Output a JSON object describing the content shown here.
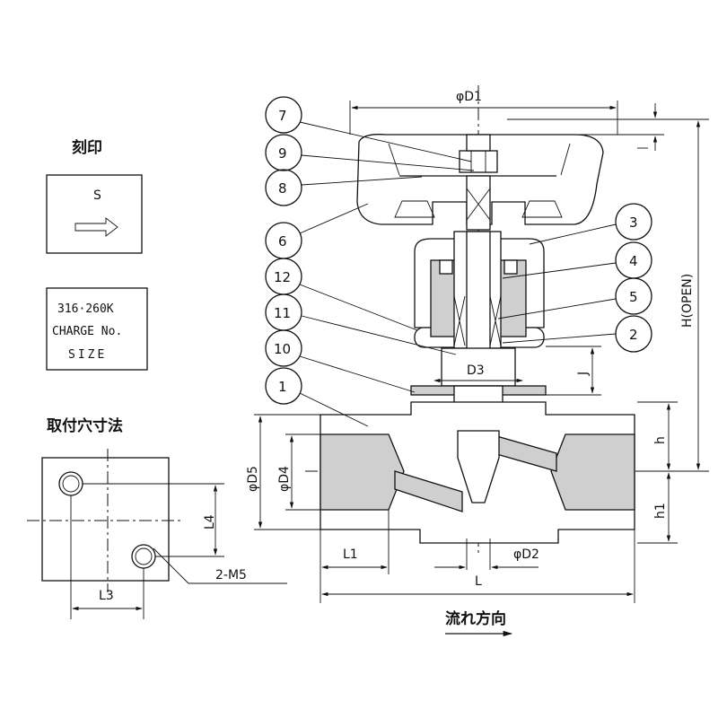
{
  "stamp_section": {
    "title": "刻印",
    "flow_letter": "S",
    "plate_lines": [
      "316·260K",
      "CHARGE No.",
      "SIZE"
    ]
  },
  "mounting_section": {
    "title": "取付穴寸法",
    "hole_label": "2-M5",
    "dims": {
      "l4": "L4",
      "l3": "L3"
    }
  },
  "callouts": [
    "7",
    "9",
    "8",
    "6",
    "12",
    "11",
    "10",
    "1",
    "3",
    "4",
    "5",
    "2"
  ],
  "dimensions": {
    "d1": "φD1",
    "d2": "φD2",
    "d3": "D3",
    "d4": "φD4",
    "d5": "φD5",
    "l1": "L1",
    "l": "L",
    "h": "h",
    "h1": "h1",
    "j": "J",
    "h_open": "H(OPEN)"
  },
  "flow_direction": "流れ方向"
}
